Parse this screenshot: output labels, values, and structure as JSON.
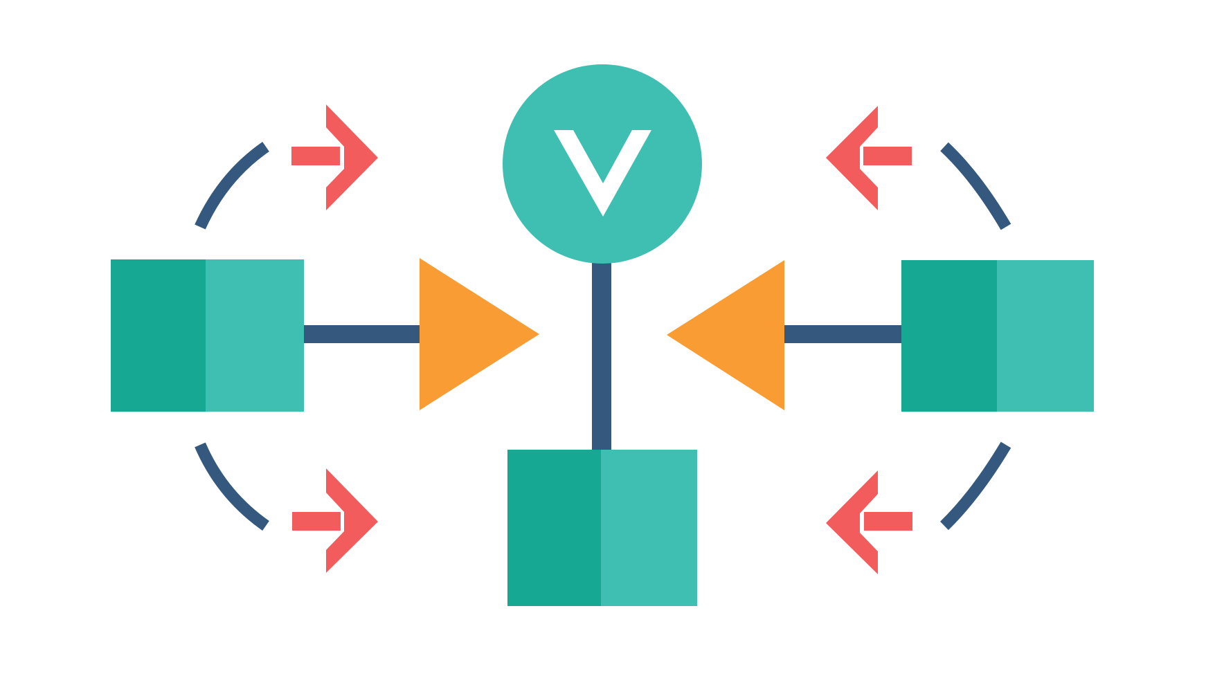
{
  "colors": {
    "background": "#ffffff",
    "teal_dark": "#17a894",
    "teal_light": "#3ebfb2",
    "navy": "#34587e",
    "orange": "#f89c33",
    "coral": "#f25c5c",
    "check_mark": "#ffffff"
  },
  "diagram": {
    "central_node": {
      "icon": "check-mark-icon",
      "glyph": "V"
    },
    "nodes": [
      {
        "id": "left-box",
        "icon": "two-tone-box"
      },
      {
        "id": "right-box",
        "icon": "two-tone-box"
      },
      {
        "id": "bottom-box",
        "icon": "two-tone-box"
      }
    ],
    "pointers": [
      {
        "id": "left-triangle",
        "direction": "right"
      },
      {
        "id": "right-triangle",
        "direction": "left"
      }
    ],
    "cycle_arrows": [
      {
        "id": "top-left",
        "direction": "right"
      },
      {
        "id": "bottom-left",
        "direction": "right"
      },
      {
        "id": "top-right",
        "direction": "left"
      },
      {
        "id": "bottom-right",
        "direction": "left"
      }
    ]
  }
}
